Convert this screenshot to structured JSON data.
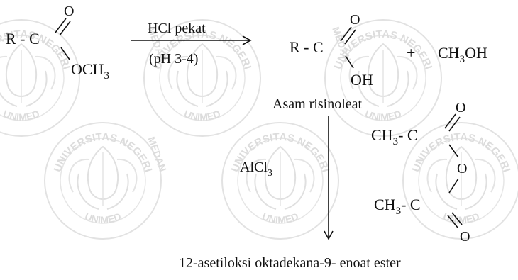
{
  "colors": {
    "ink": "#111111",
    "watermark": "#dcdcdc",
    "background": "#ffffff"
  },
  "watermark": {
    "top_text": "UNIVERSITAS NEGERI",
    "bottom_text": "UNIMED",
    "side_text": "MEDAN"
  },
  "reactant": {
    "r_group": "R - C",
    "carbonyl_o": "O",
    "ester_group": "OCH",
    "ester_sub": "3"
  },
  "step1": {
    "reagent": "HCl pekat",
    "condition": "(pH 3-4)"
  },
  "product_acid": {
    "r_group": "R - C",
    "carbonyl_o": "O",
    "hydroxyl": "OH",
    "name": "Asam risinoleat"
  },
  "byproduct": {
    "plus": "+",
    "ch": "CH",
    "sub": "3",
    "oh": "OH"
  },
  "step2": {
    "catalyst_main": "AlCl",
    "catalyst_sub": "3"
  },
  "anhydride": {
    "ch": "CH",
    "sub": "3",
    "dash_c_top": "- C",
    "dash_c_bottom": "- C",
    "o_top": "O",
    "o_bridge": "O",
    "o_bottom": "O"
  },
  "final_product": {
    "name": "12-asetiloksi oktadekana-9- enoat ester"
  }
}
